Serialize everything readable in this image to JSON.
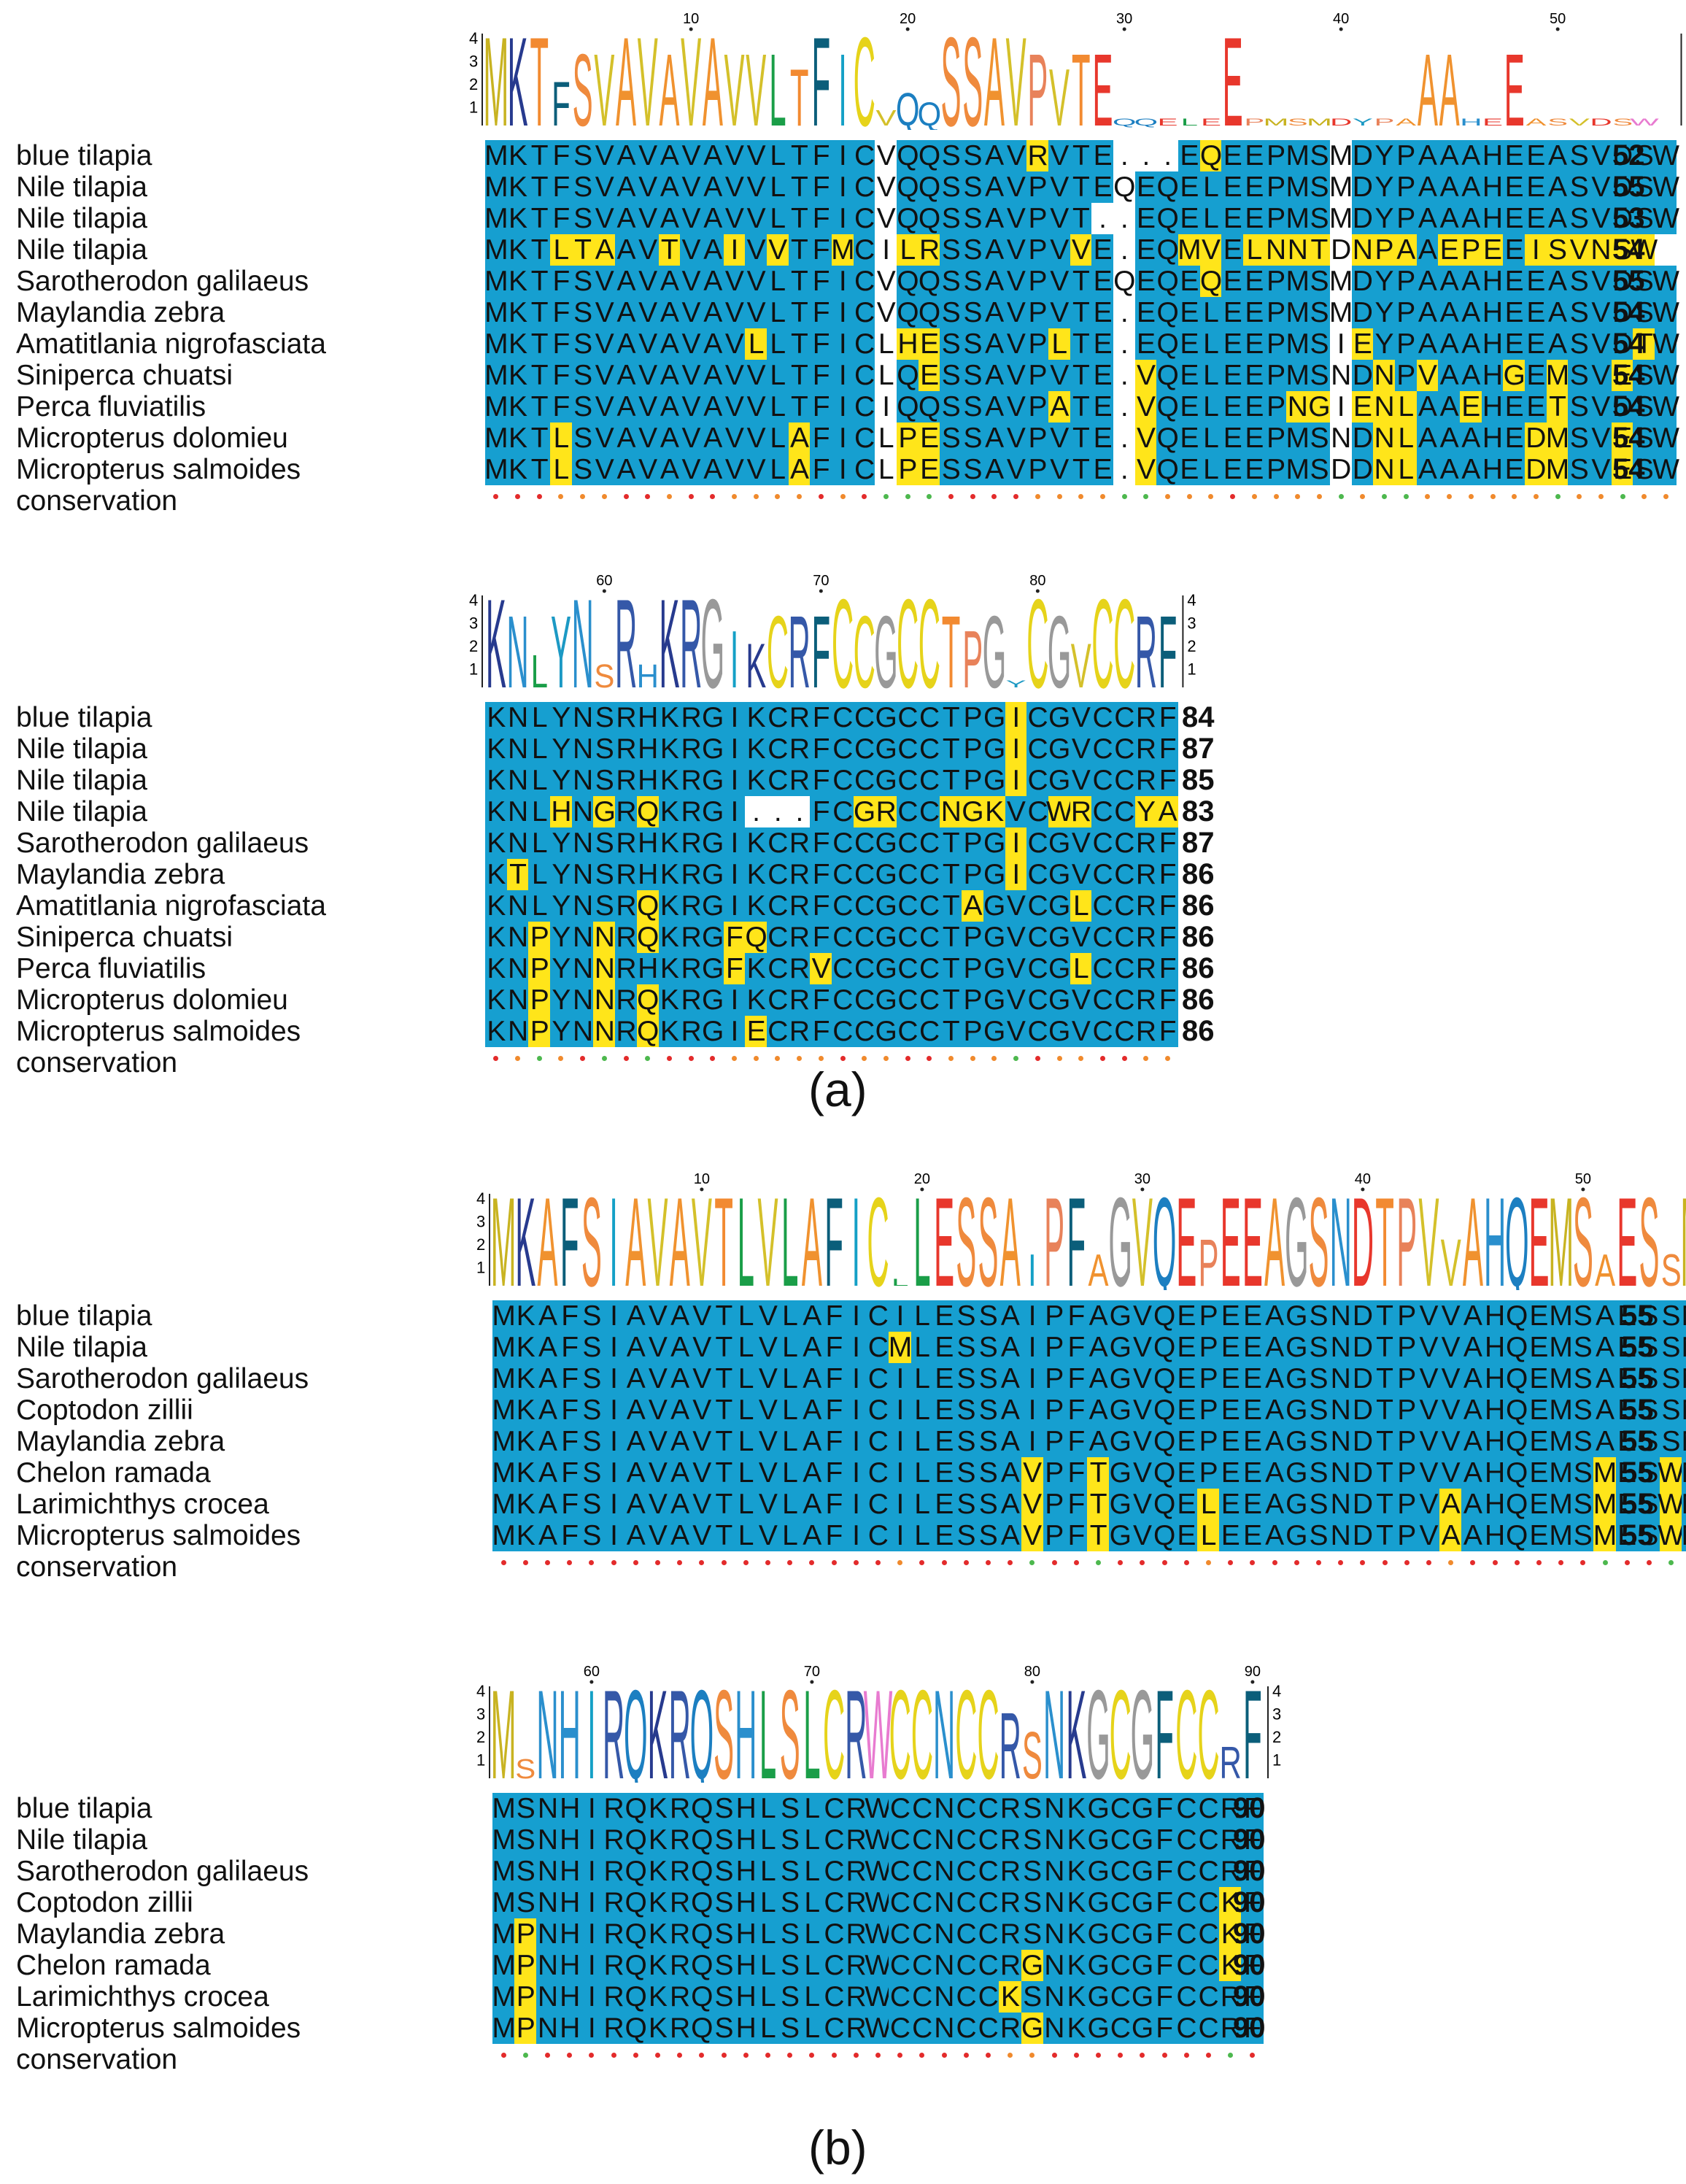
{
  "conservation_label": "conservation",
  "colors": {
    "conserved": "#169fd0",
    "similar": "#ffe51a",
    "dot_high": "#e32b2b",
    "dot_mid": "#f08a2d",
    "dot_low": "#4db84e"
  },
  "axis_ticks": [
    "1",
    "2",
    "3",
    "4"
  ],
  "panels": [
    {
      "label": "(a)",
      "blocks": [
        {
          "start": 1,
          "ticks": [
            10,
            20,
            30,
            40,
            50
          ],
          "logo": "MKTFSVAVAVAVVLTFICVQQSSAVPVTEQQELEEPMSMDYPAAAHEEASVDSW",
          "rows": [
            {
              "name": "blue tilapia",
              "seq": "MKTFSVAVAVAVVLTFICVQQSSAVRVTE...EQEEPMSMDYPAAAHEEASVDSW",
              "end": "52"
            },
            {
              "name": "Nile tilapia",
              "seq": "MKTFSVAVAVAVVLTFICVQQSSAVPVTEQEQELEEPMSMDYPAAAHEEASVDSW",
              "end": "55"
            },
            {
              "name": "Nile tilapia",
              "seq": "MKTFSVAVAVAVVLTFICVQQSSAVPVT..EQELEEPMSMDYPAAAHEEASVDSW",
              "end": "53"
            },
            {
              "name": "Nile tilapia",
              "seq": "MKTLTAAVTVAIVVTFMCILRSSAVPVVE.EQMVELNNTDNPAAEPEEISVNSW",
              "end": "54"
            },
            {
              "name": "Sarotherodon galilaeus",
              "seq": "MKTFSVAVAVAVVLTFICVQQSSAVPVTEQEQEQEEPMSMDYPAAAHEEASVDSW",
              "end": "55"
            },
            {
              "name": "Maylandia zebra",
              "seq": "MKTFSVAVAVAVVLTFICVQQSSAVPVTE.EQELEEPMSMDYPAAAHEEASVDSW",
              "end": "54"
            },
            {
              "name": "Amatitlania nigrofasciata",
              "seq": "MKTFSVAVAVAVLLTFICLHESSAVPLTE.EQELEEPMSIEYPAAAHEEASVDTW",
              "end": "54"
            },
            {
              "name": "Siniperca chuatsi",
              "seq": "MKTFSVAVAVAVVLTFICLQESSAVPVTE.VQELEEPMSNDNPVAAHGEMSVESW",
              "end": "54"
            },
            {
              "name": "Perca fluviatilis",
              "seq": "MKTFSVAVAVAVVLTFICIQQSSAVPATE.VQELEEPNGIENLAAEHEETSVDSW",
              "end": "54"
            },
            {
              "name": "Micropterus dolomieu",
              "seq": "MKTLSVAVAVAVVLAFICLPESSAVPVTE.VQELEEPMSNDNLAAAHEDMSVESW",
              "end": "54"
            },
            {
              "name": "Micropterus salmoides",
              "seq": "MKTLSVAVAVAVVLAFICLPESSAVPVTE.VQELEEPMSDDNLAAAHEDMSVESW",
              "end": "54"
            }
          ]
        },
        {
          "start": 55,
          "ticks": [
            60,
            70,
            80
          ],
          "logo": "KNLYNSRHKRGIKCRFCCGCCTPGYCGVCCRF",
          "rows": [
            {
              "name": "blue tilapia",
              "seq": "KNLYNSRHKRGIKCRFCCGCCTPGICGVCCRF",
              "end": "84"
            },
            {
              "name": "Nile tilapia",
              "seq": "KNLYNSRHKRGIKCRFCCGCCTPGICGVCCRF",
              "end": "87"
            },
            {
              "name": "Nile tilapia",
              "seq": "KNLYNSRHKRGIKCRFCCGCCTPGICGVCCRF",
              "end": "85"
            },
            {
              "name": "Nile tilapia",
              "seq": "KNLHNGRQKRGI...FCGRCCNGKVCWRCCYA",
              "end": "83"
            },
            {
              "name": "Sarotherodon galilaeus",
              "seq": "KNLYNSRHKRGIKCRFCCGCCTPGICGVCCRF",
              "end": "87"
            },
            {
              "name": "Maylandia zebra",
              "seq": "KTLYNSRHKRGIKCRFCCGCCTPGICGVCCRF",
              "end": "86"
            },
            {
              "name": "Amatitlania nigrofasciata",
              "seq": "KNLYNSRQKRGIKCRFCCGCCTAGVCGLCCRF",
              "end": "86"
            },
            {
              "name": "Siniperca chuatsi",
              "seq": "KNPYNNRQKRGFQCRFCCGCCTPGVCGVCCRF",
              "end": "86"
            },
            {
              "name": "Perca fluviatilis",
              "seq": "KNPYNNRHKRGFKCRVCCGCCTPGVCGLCCRF",
              "end": "86"
            },
            {
              "name": "Micropterus dolomieu",
              "seq": "KNPYNNRQKRGIKCRFCCGCCTPGVCGVCCRF",
              "end": "86"
            },
            {
              "name": "Micropterus salmoides",
              "seq": "KNPYNNRQKRGIECRFCCGCCTPGVCGVCCRF",
              "end": "86"
            }
          ]
        }
      ]
    },
    {
      "label": "(b)",
      "blocks": [
        {
          "start": 1,
          "ticks": [
            10,
            20,
            30,
            40,
            50
          ],
          "logo": "MKAFSIAVAVTLVLAFICLLESSAIPFAGVQEPEEAGSNDTPVVAHQEMSAESSM",
          "rows": [
            {
              "name": "blue tilapia",
              "seq": "MKAFSIAVAVTLVLAFICILESSAIPFAGVQEPEEAGSNDTPVVAHQEMSAESSM",
              "end": "55"
            },
            {
              "name": "Nile tilapia",
              "seq": "MKAFSIAVAVTLVLAFICMLESSAIPFAGVQEPEEAGSNDTPVVAHQEMSAESSM",
              "end": "55"
            },
            {
              "name": "Sarotherodon galilaeus",
              "seq": "MKAFSIAVAVTLVLAFICILESSAIPFAGVQEPEEAGSNDTPVVAHQEMSAESSM",
              "end": "55"
            },
            {
              "name": "Coptodon zillii",
              "seq": "MKAFSIAVAVTLVLAFICILESSAIPFAGVQEPEEAGSNDTPVVAHQEMSAESSM",
              "end": "55"
            },
            {
              "name": "Maylandia zebra",
              "seq": "MKAFSIAVAVTLVLAFICILESSAIPFAGVQEPEEAGSNDTPVVAHQEMSAESSM",
              "end": "55"
            },
            {
              "name": "Chelon ramada",
              "seq": "MKAFSIAVAVTLVLAFICILESSAVPFTGVQEPEEAGSNDTPVVAHQEMSMESWM",
              "end": "55"
            },
            {
              "name": "Larimichthys crocea",
              "seq": "MKAFSIAVAVTLVLAFICILESSAVPFTGVQELEEAGSNDTPVAAHQEMSMESWM",
              "end": "55"
            },
            {
              "name": "Micropterus salmoides",
              "seq": "MKAFSIAVAVTLVLAFICILESSAVPFTGVQELEEAGSNDTPVAAHQEMSMESWM",
              "end": "55"
            }
          ]
        },
        {
          "start": 56,
          "ticks": [
            60,
            70,
            80,
            90
          ],
          "logo": "MSNHIRQKRQSHLSLCRWCCNCCRSNKGCGFCCRF",
          "rows": [
            {
              "name": "blue tilapia",
              "seq": "MSNHIRQKRQSHLSLCRWCCNCCRSNKGCGFCCRF",
              "end": "90"
            },
            {
              "name": "Nile tilapia",
              "seq": "MSNHIRQKRQSHLSLCRWCCNCCRSNKGCGFCCRF",
              "end": "90"
            },
            {
              "name": "Sarotherodon galilaeus",
              "seq": "MSNHIRQKRQSHLSLCRWCCNCCRSNKGCGFCCRF",
              "end": "90"
            },
            {
              "name": "Coptodon zillii",
              "seq": "MSNHIRQKRQSHLSLCRWCCNCCRSNKGCGFCCKF",
              "end": "90"
            },
            {
              "name": "Maylandia zebra",
              "seq": "MPNHIRQKRQSHLSLCRWCCNCCRSNKGCGFCCKF",
              "end": "90"
            },
            {
              "name": "Chelon ramada",
              "seq": "MPNHIRQKRQSHLSLCRWCCNCCRGNKGCGFCCKF",
              "end": "90"
            },
            {
              "name": "Larimichthys crocea",
              "seq": "MPNHIRQKRQSHLSLCRWCCNCCKSNKGCGFCCRF",
              "end": "90"
            },
            {
              "name": "Micropterus salmoides",
              "seq": "MPNHIRQKRQSHLSLCRWCCNCCRGNKGCGFCCRF",
              "end": "90"
            }
          ]
        }
      ]
    }
  ]
}
